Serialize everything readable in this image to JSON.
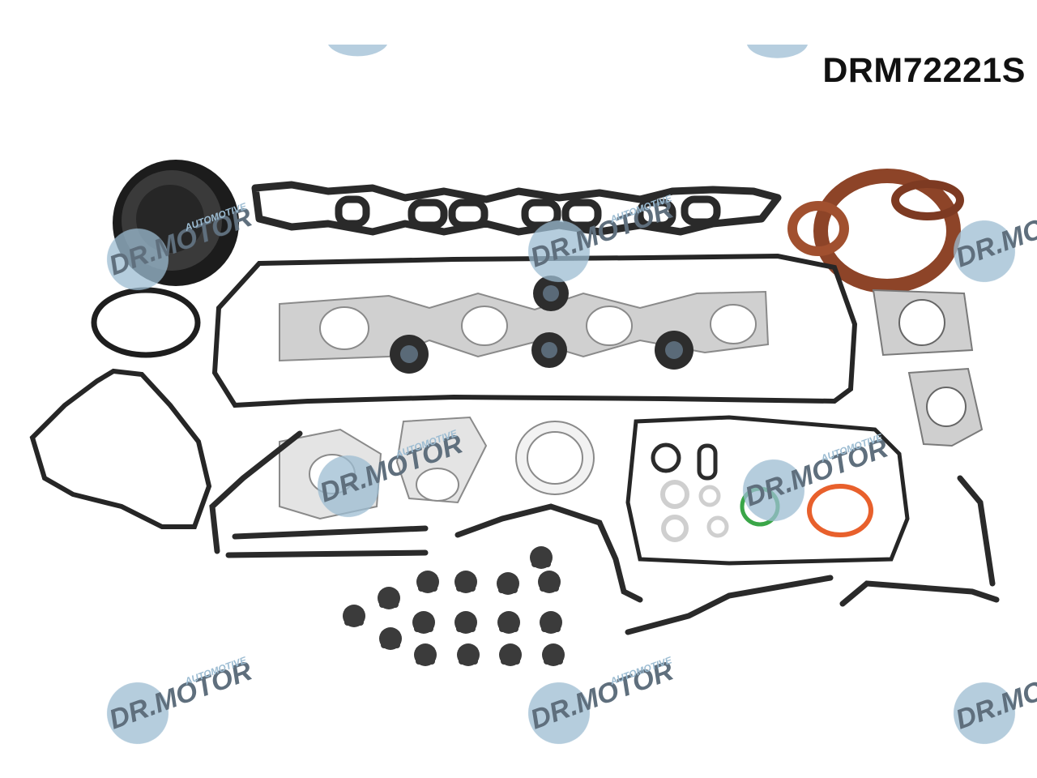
{
  "product": {
    "code": "DRM72221S"
  },
  "watermark": {
    "brand": "DR.MOTOR",
    "sub": "AUTOMOTIVE",
    "color": "#9cbcd2"
  },
  "colors": {
    "gasket_dark": "#2a2a2a",
    "metal_gasket": "#cfcfcf",
    "seal_brown": "#9a4b2e",
    "seal_orange": "#e8602c",
    "seal_green": "#3aa648",
    "valve_seal": "#3b3b3b"
  }
}
